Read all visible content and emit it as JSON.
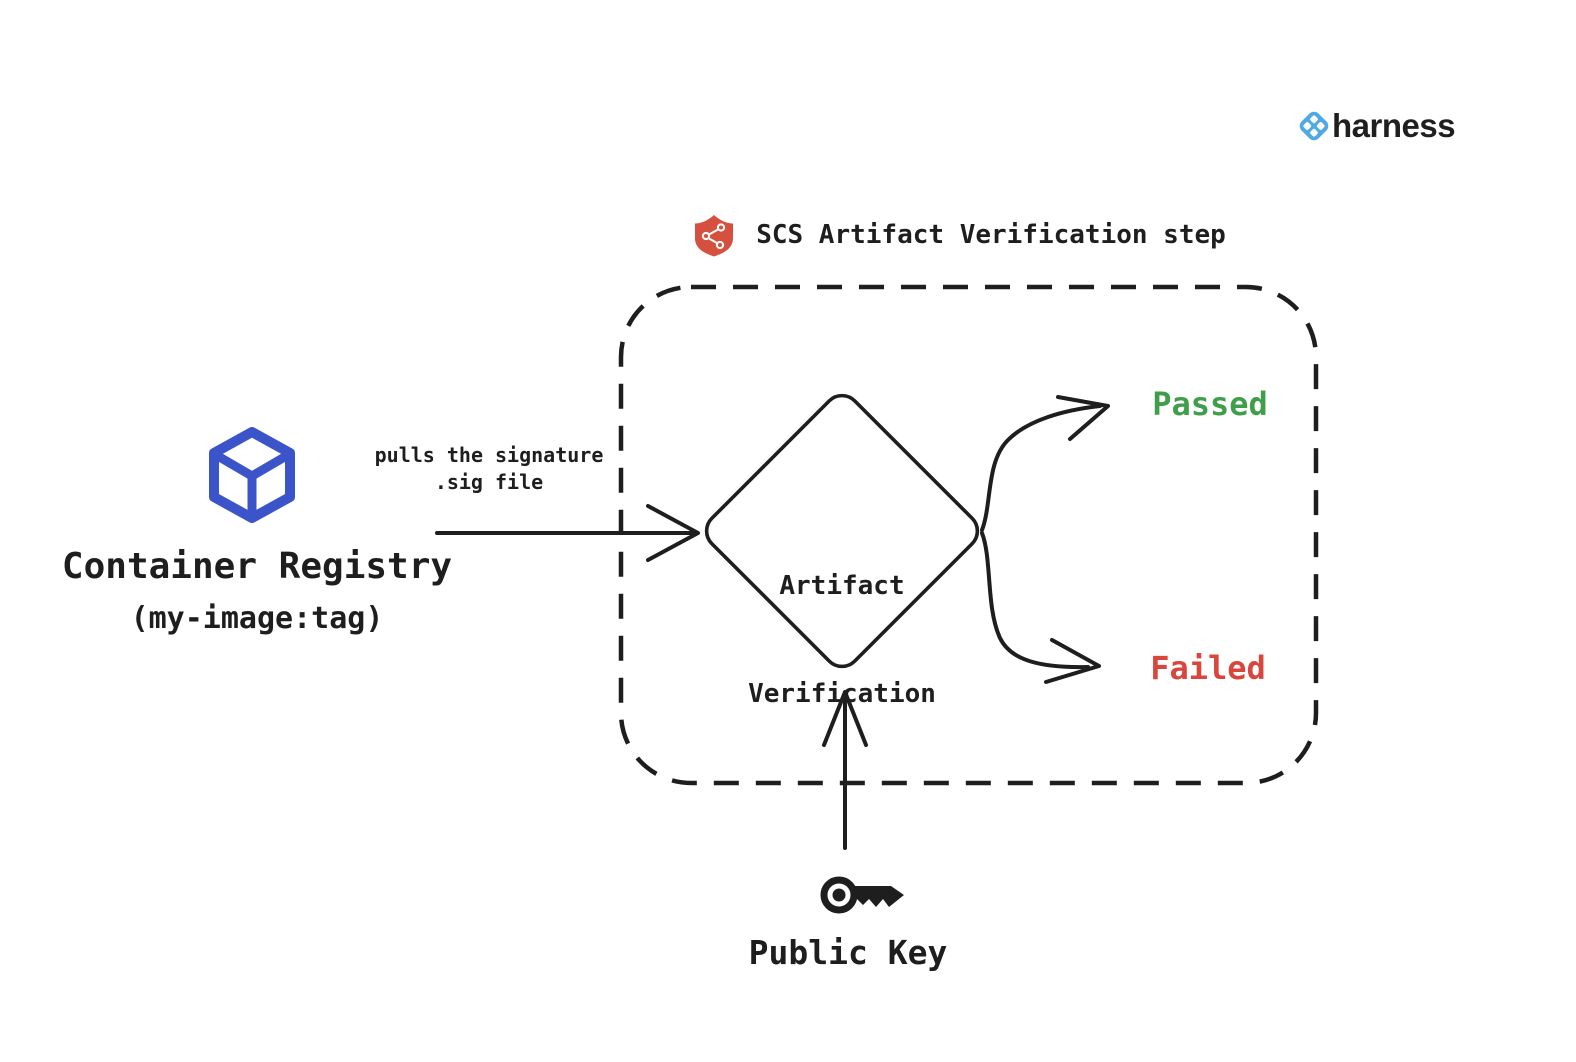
{
  "brand": {
    "name": "harness"
  },
  "step": {
    "label": "SCS Artifact Verification step"
  },
  "source": {
    "title": "Container Registry",
    "subtitle": "(my-image:tag)"
  },
  "pull": {
    "line1": "pulls the signature",
    "line2": ".sig file"
  },
  "decision": {
    "line1": "Artifact",
    "line2": "Verification"
  },
  "outcomes": {
    "passed": "Passed",
    "failed": "Failed"
  },
  "key": {
    "label": "Public Key"
  },
  "icons": {
    "harness": "harness-mark-icon",
    "step_shield": "scs-shield-icon",
    "registry": "container-registry-cube-icon",
    "public_key": "key-icon"
  },
  "colors": {
    "ink": "#1e1e1e",
    "cube-blue": "#3b54c9",
    "harness-blue": "#4fa9e4",
    "shield-red": "#d5503e",
    "passed-green": "#3f9e4a",
    "failed-red": "#d8463d"
  }
}
